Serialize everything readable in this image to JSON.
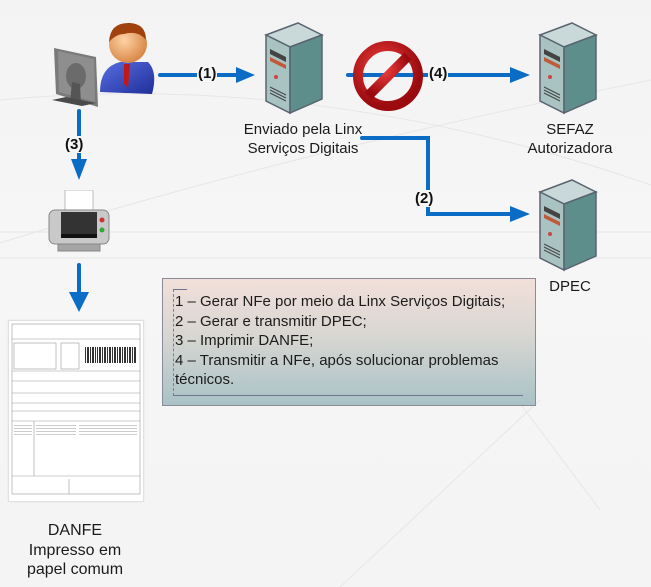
{
  "nodes": {
    "user": {
      "icon": "user-at-computer-icon"
    },
    "linx_server": {
      "icon": "server-icon",
      "label_line1": "Enviado pela Linx",
      "label_line2": "Serviços Digitais"
    },
    "sefaz_server": {
      "icon": "server-icon",
      "label_line1": "SEFAZ",
      "label_line2": "Autorizadora"
    },
    "dpec_server": {
      "icon": "server-icon",
      "label": "DPEC"
    },
    "printer": {
      "icon": "printer-icon"
    },
    "danfe": {
      "icon": "document-icon",
      "label_line1": "DANFE",
      "label_line2": "Impresso em",
      "label_line3": "papel comum"
    }
  },
  "edges": [
    {
      "from": "user",
      "to": "linx_server",
      "label": "(1)"
    },
    {
      "from": "linx_server",
      "to": "dpec_server",
      "label": "(2)"
    },
    {
      "from": "user",
      "to": "printer",
      "label": "(3)"
    },
    {
      "from": "linx_server",
      "to": "sefaz_server",
      "label": "(4)",
      "blocked": true
    }
  ],
  "blocked_icon": "prohibited-icon",
  "note": {
    "lines": [
      "1 – Gerar NFe por meio da Linx Serviços Digitais;",
      "2 – Gerar e transmitir DPEC;",
      "3 – Imprimir DANFE;",
      "4 – Transmitir a NFe, após solucionar problemas",
      "técnicos."
    ]
  },
  "colors": {
    "arrow": "#0a6cc4",
    "prohibited": "#c4161c"
  }
}
